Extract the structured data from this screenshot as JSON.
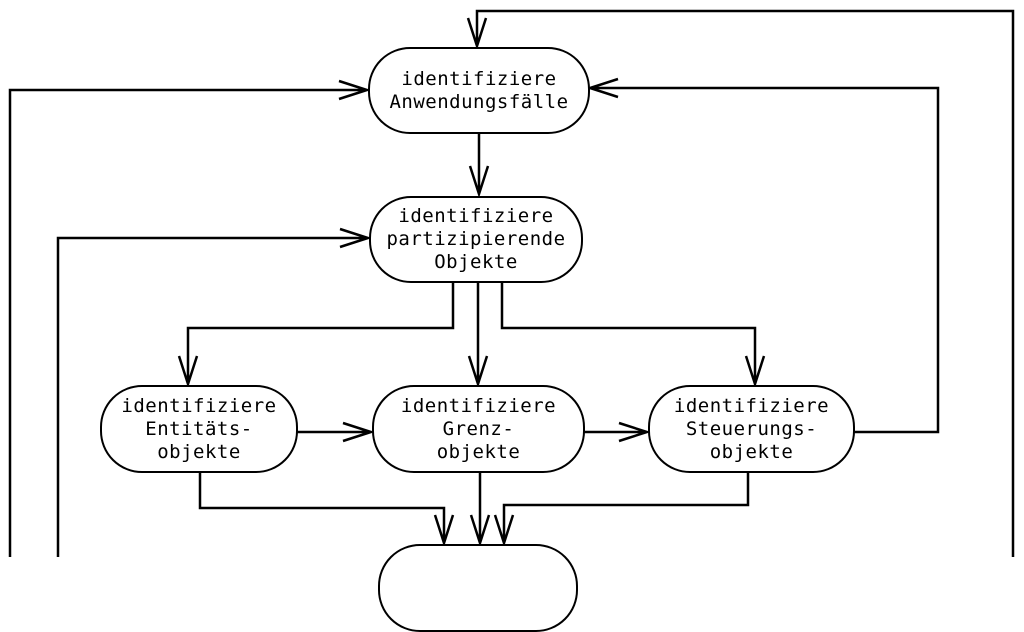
{
  "diagram": {
    "colors": {
      "line": "#000000",
      "background": "#ffffff",
      "node_fill": "#ffffff"
    },
    "nodes": {
      "anwendungsfaelle": {
        "lines": [
          "identifiziere",
          "Anwendungsfälle"
        ]
      },
      "partizipierende": {
        "lines": [
          "identifiziere",
          "partizipierende",
          "Objekte"
        ]
      },
      "entitaets": {
        "lines": [
          "identifiziere",
          "Entitäts-",
          "objekte"
        ]
      },
      "grenz": {
        "lines": [
          "identifiziere",
          "Grenz-",
          "objekte"
        ]
      },
      "steuerungs": {
        "lines": [
          "identifiziere",
          "Steuerungs-",
          "objekte"
        ]
      },
      "bottom_partial": {
        "lines": []
      }
    },
    "edges": [
      {
        "id": "offscreen-bottom-right-to-anwendungsfaelle",
        "from": "offscreen-bottom",
        "to": "anwendungsfaelle",
        "enters": "top"
      },
      {
        "id": "offscreen-bottom-left-outer-to-anwendungsfaelle",
        "from": "offscreen-bottom",
        "to": "anwendungsfaelle",
        "enters": "left"
      },
      {
        "id": "anwendungsfaelle-to-partizipierende",
        "from": "anwendungsfaelle",
        "to": "partizipierende",
        "enters": "top"
      },
      {
        "id": "offscreen-bottom-left-inner-to-partizipierende",
        "from": "offscreen-bottom",
        "to": "partizipierende",
        "enters": "left"
      },
      {
        "id": "steuerungs-to-anwendungsfaelle",
        "from": "steuerungs",
        "to": "anwendungsfaelle",
        "enters": "right"
      },
      {
        "id": "partizipierende-to-entitaets",
        "from": "partizipierende",
        "to": "entitaets",
        "enters": "top"
      },
      {
        "id": "partizipierende-to-grenz",
        "from": "partizipierende",
        "to": "grenz",
        "enters": "top"
      },
      {
        "id": "partizipierende-to-steuerungs",
        "from": "partizipierende",
        "to": "steuerungs",
        "enters": "top"
      },
      {
        "id": "entitaets-to-grenz",
        "from": "entitaets",
        "to": "grenz",
        "enters": "left"
      },
      {
        "id": "grenz-to-steuerungs",
        "from": "grenz",
        "to": "steuerungs",
        "enters": "left"
      },
      {
        "id": "entitaets-to-bottom",
        "from": "entitaets",
        "to": "bottom_partial",
        "enters": "top"
      },
      {
        "id": "grenz-to-bottom",
        "from": "grenz",
        "to": "bottom_partial",
        "enters": "top"
      },
      {
        "id": "steuerungs-to-bottom",
        "from": "steuerungs",
        "to": "bottom_partial",
        "enters": "top"
      }
    ]
  }
}
